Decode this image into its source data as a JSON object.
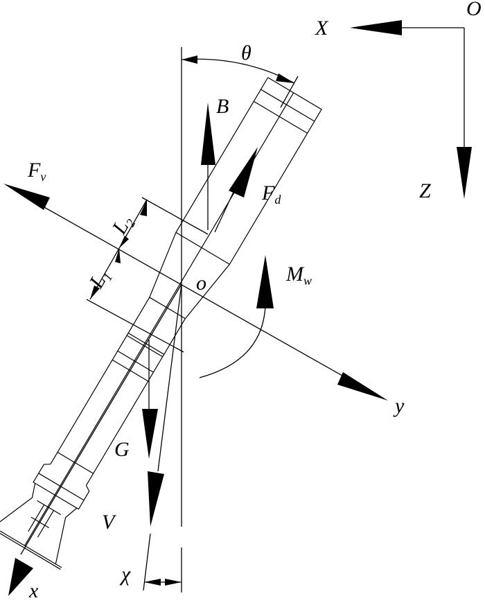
{
  "labels": {
    "origin_frame": "O",
    "X_axis": "X",
    "Z_axis": "Z",
    "theta": "θ",
    "buoyancy": "B",
    "Fv": "F",
    "Fv_sub": "v",
    "Fd": "F",
    "Fd_sub": "d",
    "L1": "L",
    "L1_sub": "1",
    "L2": "L",
    "L2_sub": "2",
    "body_origin": "o",
    "Mw": "M",
    "Mw_sub": "w",
    "y_axis": "y",
    "gravity": "G",
    "velocity": "V",
    "chi": "χ",
    "x_axis": "x"
  }
}
